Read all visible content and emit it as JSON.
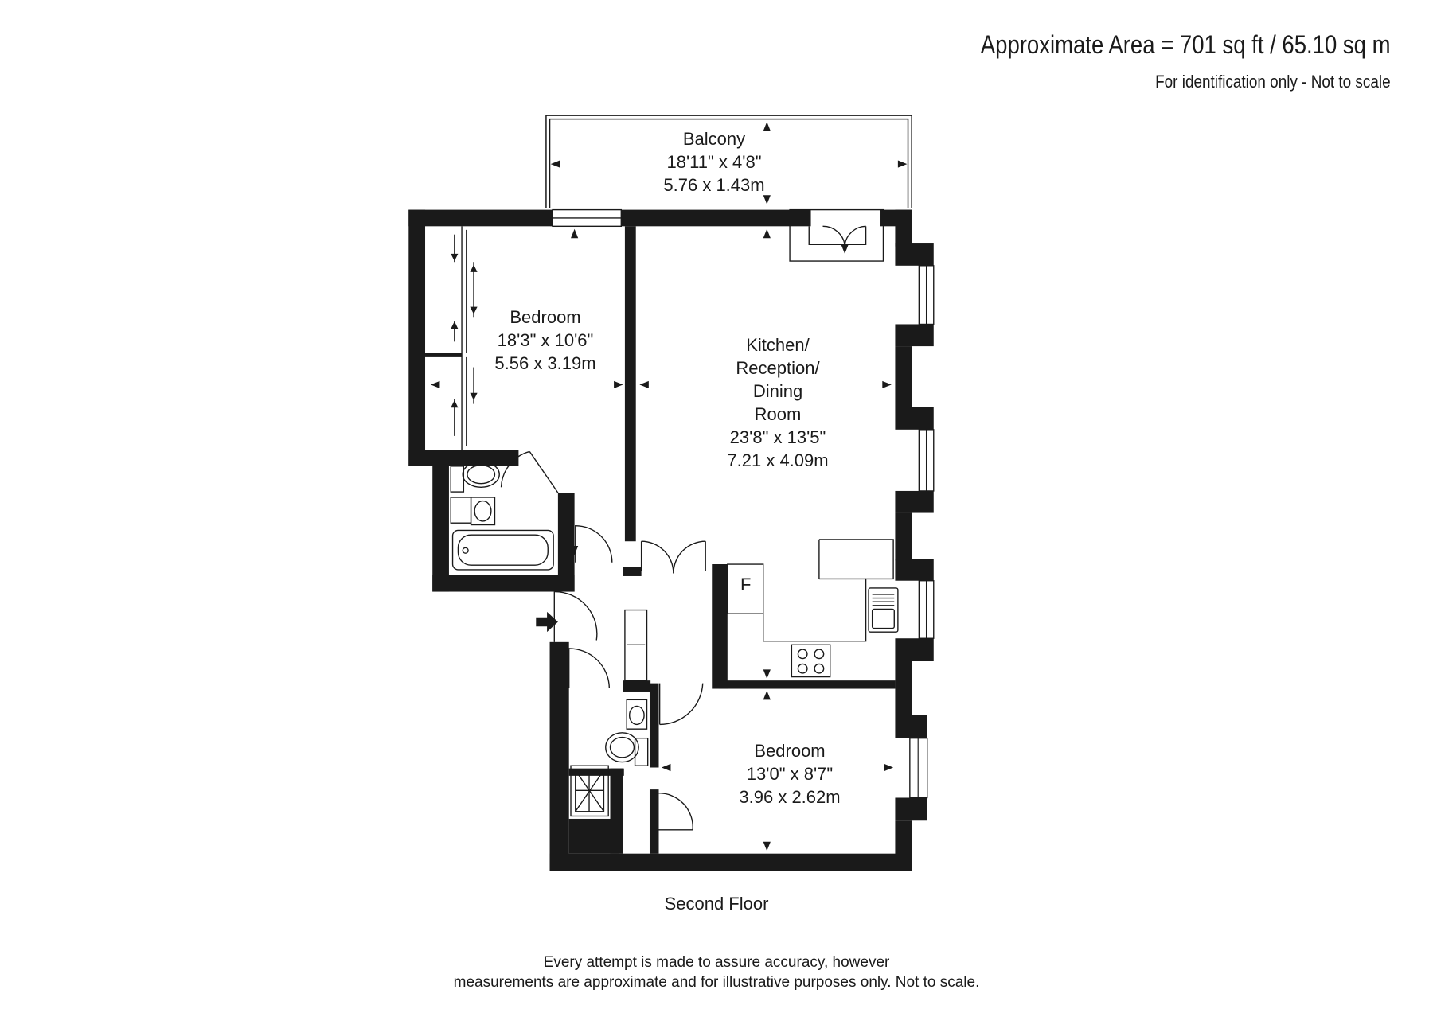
{
  "header": {
    "area": "Approximate Area = 701 sq ft / 65.10 sq m",
    "note": "For identification only - Not to scale"
  },
  "rooms": {
    "balcony": {
      "name": "Balcony",
      "imperial": "18'11\" x 4'8\"",
      "metric": "5.76 x 1.43m"
    },
    "bedroom1": {
      "name": "Bedroom",
      "imperial": "18'3\" x 10'6\"",
      "metric": "5.56 x 3.19m"
    },
    "kitchen": {
      "name_lines": [
        "Kitchen/",
        "Reception/",
        "Dining",
        "Room"
      ],
      "imperial": "23'8\" x 13'5\"",
      "metric": "7.21 x 4.09m"
    },
    "bedroom2": {
      "name": "Bedroom",
      "imperial": "13'0\" x 8'7\"",
      "metric": "3.96 x 2.62m"
    }
  },
  "fridge_label": "F",
  "floor_label": "Second Floor",
  "disclaimer": {
    "line1": "Every attempt is made to assure accuracy, however",
    "line2": "measurements are approximate and for illustrative purposes only. Not to scale."
  },
  "colors": {
    "wall": "#1a1a1a",
    "line": "#1a1a1a",
    "background": "#ffffff"
  }
}
